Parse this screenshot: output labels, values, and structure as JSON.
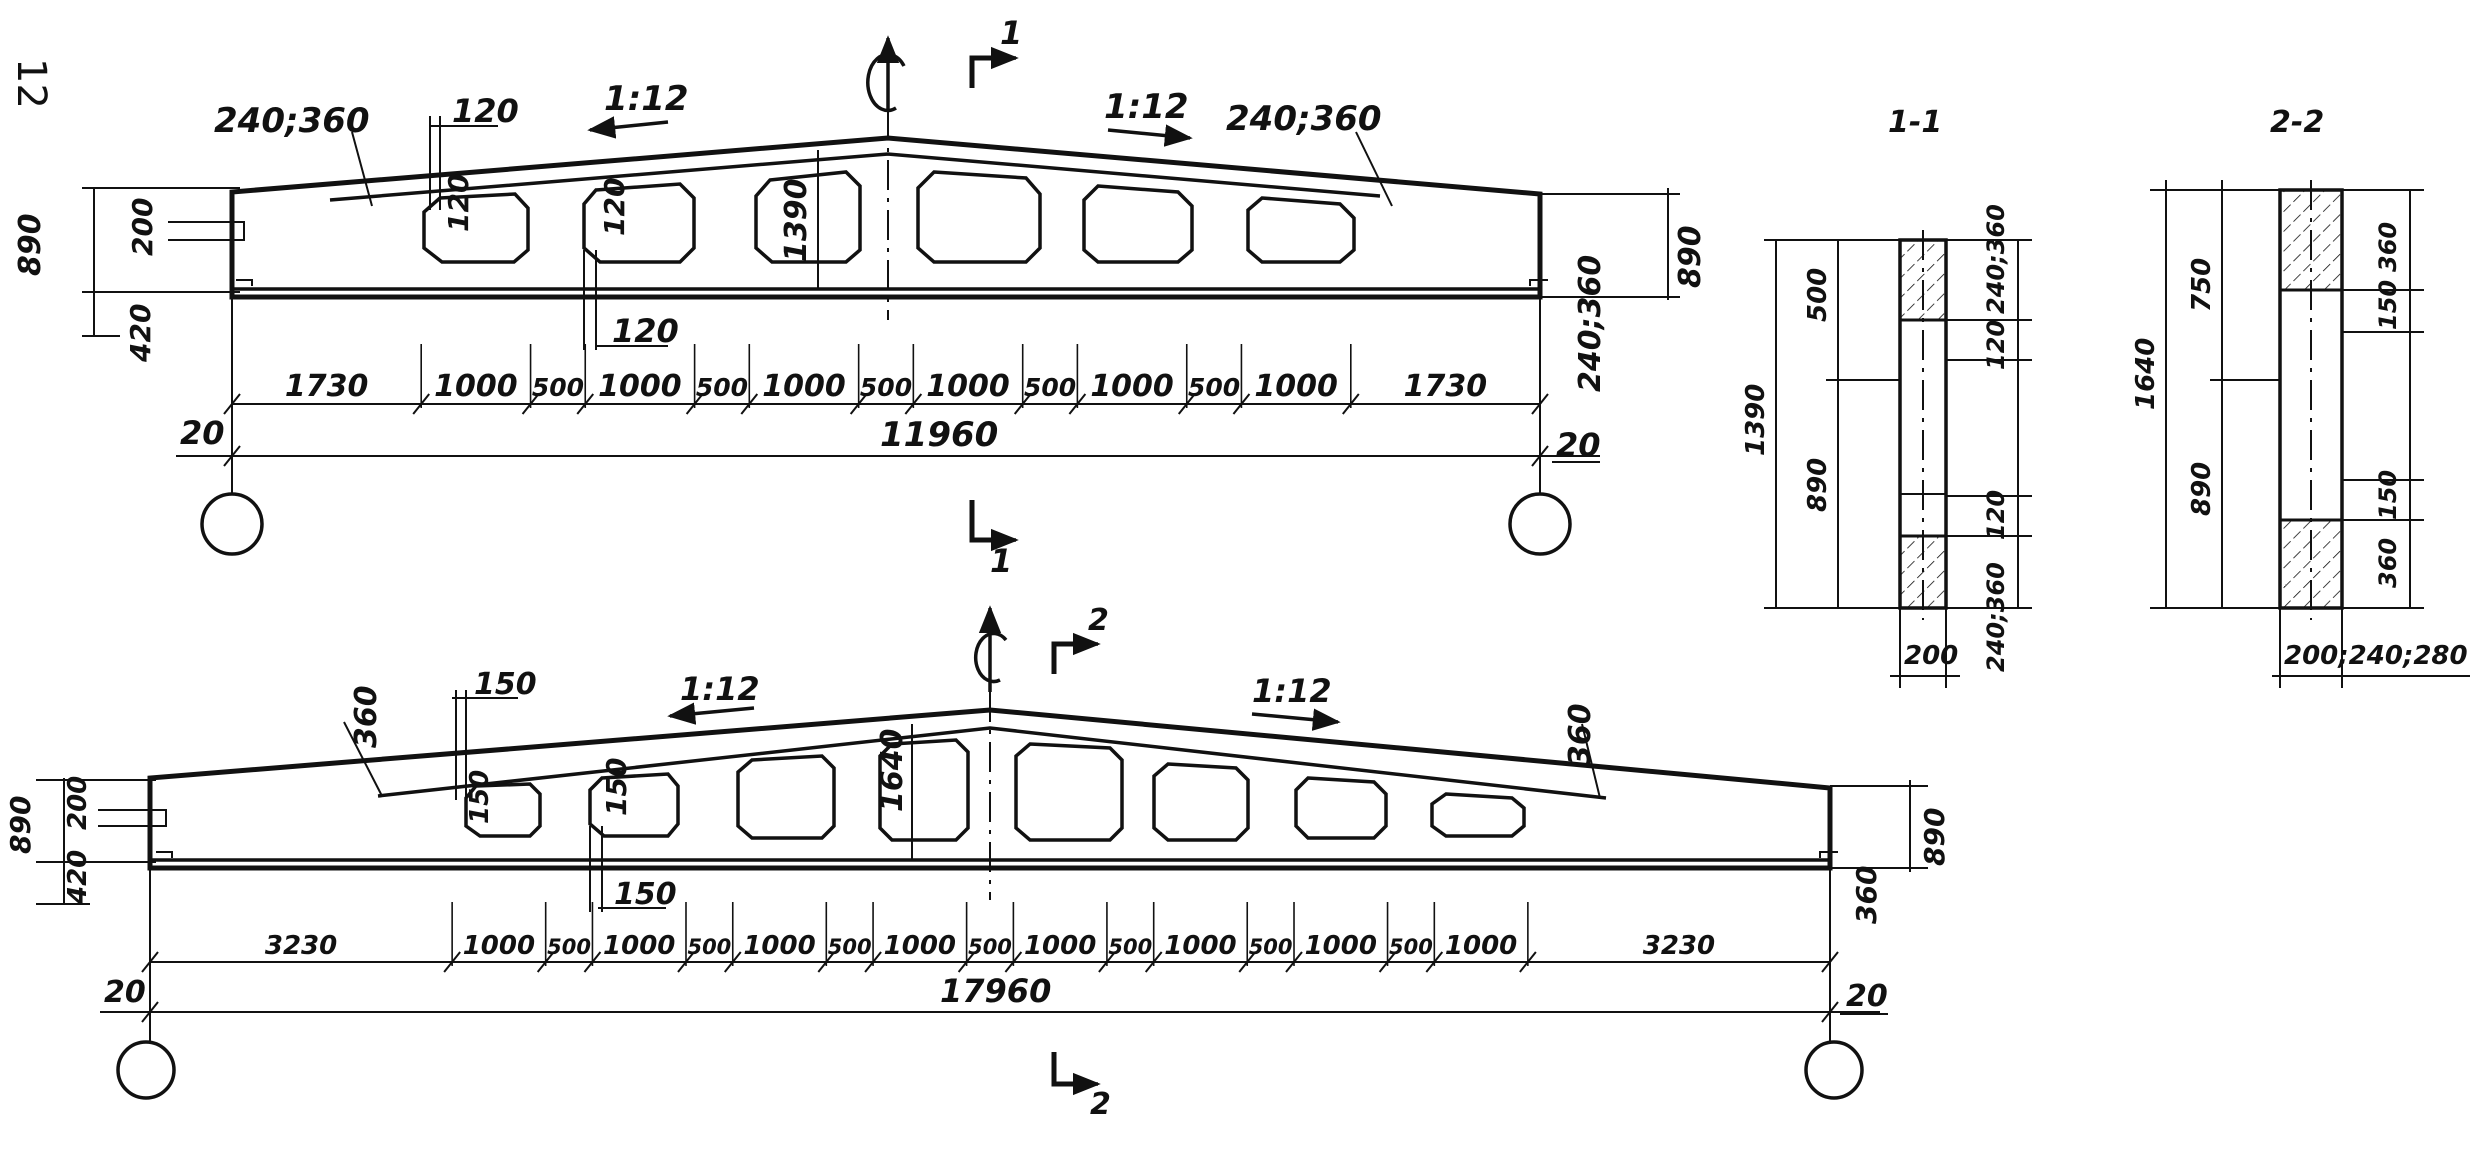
{
  "page_number": "12",
  "beam1": {
    "slope_left": "1:12",
    "slope_right": "1:12",
    "flange_left": "240;360",
    "flange_right": "240;360",
    "web_120_top": "120",
    "web_120_a": "120",
    "web_120_b": "120",
    "web_120_c": "120",
    "mid_height": "1390",
    "end_890_left": "890",
    "end_200": "200",
    "end_420": "420",
    "end_890_right": "890",
    "end_right_240_360": "240;360",
    "spans": [
      "1730",
      "1000",
      "500",
      "1000",
      "500",
      "1000",
      "500",
      "1000",
      "500",
      "1000",
      "500",
      "1000",
      "1730"
    ],
    "total_length": "11960",
    "support_left": "20",
    "support_right": "20",
    "section_label_top": "1",
    "section_label_bottom": "1"
  },
  "beam2": {
    "slope_left": "1:12",
    "slope_right": "1:12",
    "end_flange_left": "360",
    "end_flange_right": "360",
    "web_150_top": "150",
    "web_150_a": "150",
    "web_150_b": "150",
    "web_150_c": "150",
    "mid_height": "1640",
    "end_890_left": "890",
    "end_200": "200",
    "end_420": "420",
    "end_890_right": "890",
    "end_360_right": "360",
    "spans": [
      "3230",
      "1000",
      "500",
      "1000",
      "500",
      "1000",
      "500",
      "1000",
      "500",
      "1000",
      "500",
      "1000",
      "500",
      "1000",
      "500",
      "1000",
      "3230"
    ],
    "total_length": "17960",
    "support_left": "20",
    "support_right": "20",
    "section_label_top": "2",
    "section_label_bottom": "2"
  },
  "section1": {
    "title": "1-1",
    "total_height": "1390",
    "upper": "500",
    "lower": "890",
    "top_flange": "240;360",
    "web_top": "120",
    "web_bottom": "120",
    "bottom_flange": "240;360",
    "width": "200"
  },
  "section2": {
    "title": "2-2",
    "total_height": "1640",
    "upper": "750",
    "lower": "890",
    "top_flange": "360",
    "web_top": "150",
    "web_bottom": "150",
    "bottom_flange": "360",
    "width": "200;240;280"
  }
}
